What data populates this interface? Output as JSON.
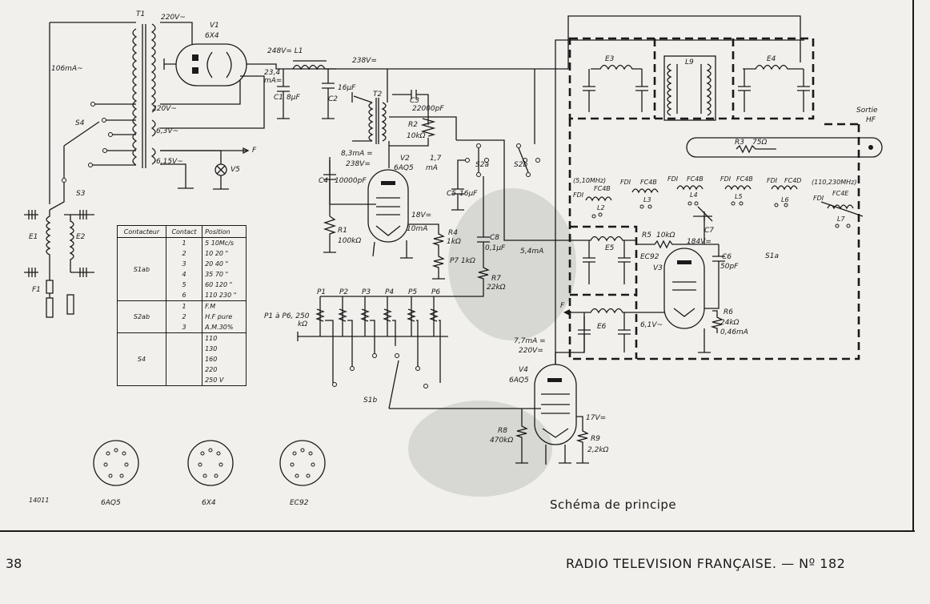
{
  "page": {
    "number": "38",
    "journal": "RADIO TELEVISION FRANÇAISE. — Nº 182",
    "caption": "Schéma de principe",
    "figure_id": "14011"
  },
  "labels": {
    "t1": "T1",
    "v1": "V1",
    "v1_type": "6X4",
    "v220": "220V~",
    "v220b": "220V~",
    "i106": "106mA~",
    "v63": "6,3V~",
    "v615": "6,15V~",
    "v5": "V5",
    "f": "F",
    "l1v": "248V= L1",
    "i234": "23,4",
    "i234b": "mA=",
    "c1": "C1",
    "c1v": "8µF",
    "c2": "C2",
    "c2v": "16µF",
    "v238": "238V=",
    "t2": "T2",
    "c3": "C3",
    "c3v": "22000pF",
    "r2": "R2",
    "r2v": "10kΩ",
    "i83": "8,3mA =",
    "v238b": "238V=",
    "v2": "V2",
    "v2_type": "6AQ5",
    "i17": "1,7",
    "i17b": "mA",
    "c4": "C4",
    "c4v": "10000pF",
    "r1": "R1",
    "r1v": "100kΩ",
    "v18": "18V=",
    "i10": "10mA",
    "r4": "R4",
    "r4v": "1kΩ",
    "p7": "P7",
    "p7v": "1kΩ",
    "c5": "C5",
    "c5v": "16µF",
    "c8": "C8",
    "c8v": "0,1µF",
    "r7": "R7",
    "r7v": "22kΩ",
    "i54": "5,4mA",
    "s2a": "S2a",
    "s2b": "S2b",
    "s4": "S4",
    "s3": "S3",
    "e1": "E1",
    "e2": "E2",
    "f1": "F1",
    "e3": "E3",
    "l9": "L9",
    "e4": "E4",
    "sortie": "Sortie",
    "hf": "HF",
    "r3": "R3",
    "r3v": "75Ω",
    "band1": "(5,10MHz)",
    "band2": "(110,230MHz)",
    "l2": "L2",
    "l3": "L3",
    "l4": "L4",
    "l5": "L5",
    "l6": "L6",
    "l7": "L7",
    "fdi": "FDI",
    "fc4b": "FC4B",
    "fc4d": "FC4D",
    "fc4e": "FC4E",
    "r5": "R5",
    "r5v": "10kΩ",
    "c7": "C7",
    "v184": "184V=",
    "c6": "C6",
    "c6v": "50pF",
    "e5": "E5",
    "ec92": "EC92",
    "v3": "V3",
    "s1a": "S1a",
    "e6": "E6",
    "v61": "6,1V~",
    "r6": "R6",
    "r6v": "24kΩ",
    "i046": "0,46mA",
    "i77": "7,7mA =",
    "v220d": "220V=",
    "v4": "V4",
    "v4_type": "6AQ5",
    "r8": "R8",
    "r8v": "470kΩ",
    "v17": "17V=",
    "r9": "R9",
    "r9v": "2,2kΩ",
    "p1": "P1",
    "p2": "P2",
    "p3": "P3",
    "p4": "P4",
    "p5": "P5",
    "p6": "P6",
    "p1p6": "P1 à P6, 250",
    "p1p6b": "kΩ",
    "s1b": "S1b",
    "base1": "6AQ5",
    "base2": "6X4",
    "base3": "EC92"
  },
  "table": {
    "headers": [
      "Contacteur",
      "Contact",
      "Position"
    ],
    "groups": [
      {
        "name": "S1ab",
        "contacts": [
          "1",
          "2",
          "3",
          "4",
          "5",
          "6"
        ],
        "positions": [
          "5 10Mc/s",
          "10 20 \"",
          "20 40 \"",
          "35 70 \"",
          "60 120 \"",
          "110 230 \""
        ]
      },
      {
        "name": "S2ab",
        "contacts": [
          "1",
          "2",
          "3"
        ],
        "positions": [
          "F.M",
          "H.F pure",
          "A.M.30%"
        ]
      },
      {
        "name": "S4",
        "contacts": [],
        "positions": [
          "110",
          "130",
          "160",
          "220",
          "250 V"
        ]
      }
    ]
  }
}
